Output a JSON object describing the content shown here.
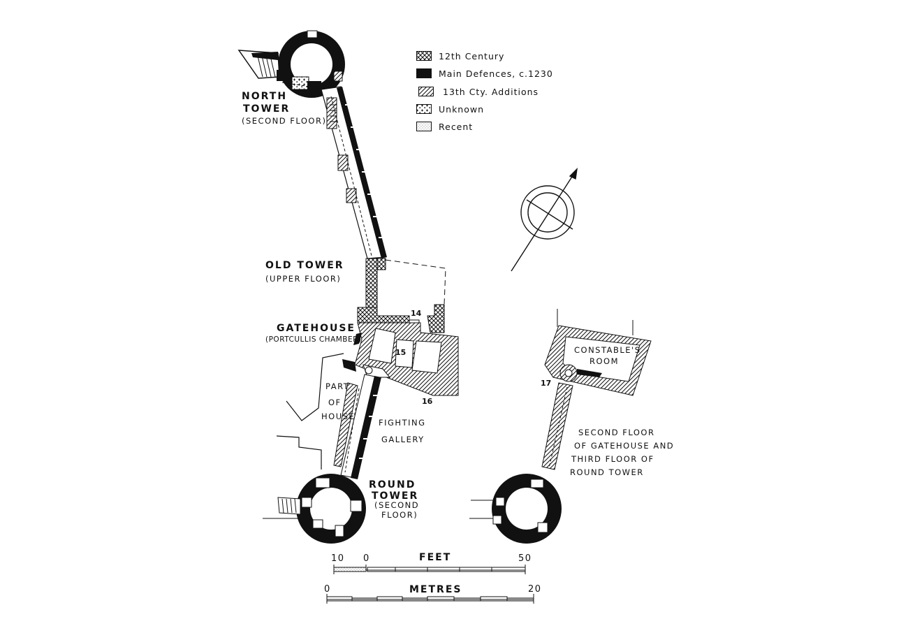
{
  "legend": [
    {
      "key": "12th",
      "label": "12th Century",
      "pattern": "crosshatch"
    },
    {
      "key": "main",
      "label": "Main Defences, c.1230",
      "pattern": "solid"
    },
    {
      "key": "13th",
      "label": "13th Cty. Additions",
      "pattern": "diagonal"
    },
    {
      "key": "unknown",
      "label": "Unknown",
      "pattern": "dots-crosses"
    },
    {
      "key": "recent",
      "label": "Recent",
      "pattern": "stipple"
    }
  ],
  "labels": {
    "north_tower": "NORTH",
    "north_tower_2": "TOWER",
    "north_tower_floor": "(SECOND FLOOR)",
    "old_tower": "OLD TOWER",
    "old_tower_floor": "(UPPER FLOOR)",
    "gatehouse": "GATEHOUSE",
    "gatehouse_sub": "(PORTCULLIS CHAMBER)",
    "part": "PART",
    "of": "OF",
    "house": "HOUSE",
    "fighting": "FIGHTING",
    "gallery": "GALLERY",
    "round": "ROUND",
    "tower": "TOWER",
    "second": "(SECOND",
    "floor": "FLOOR)",
    "constables": "CONSTABLE'S",
    "room": "ROOM",
    "second_floor_1": "SECOND FLOOR",
    "second_floor_2": "OF GATEHOUSE AND",
    "second_floor_3": "THIRD FLOOR OF",
    "second_floor_4": "ROUND TOWER"
  },
  "numbers": {
    "n14": "14",
    "n15": "15",
    "n16": "16",
    "n17": "17"
  },
  "scale_feet": {
    "title": "FEET",
    "left": "10",
    "zero": "0",
    "right": "50"
  },
  "scale_metres": {
    "title": "METRES",
    "zero": "0",
    "right": "20"
  },
  "colors": {
    "ink": "#111111",
    "paper": "#ffffff"
  }
}
